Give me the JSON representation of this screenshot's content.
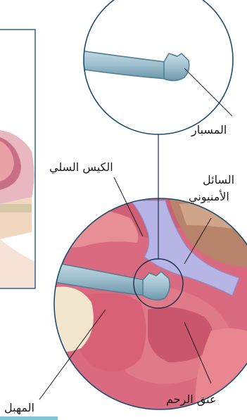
{
  "labels": {
    "probe": "المسبار",
    "amniotic_sac": "الكيس السلي",
    "amniotic_fluid_line1": "السائل",
    "amniotic_fluid_line2": "الأمنيوني",
    "cervix": "عنق الرحم",
    "vagina": "المهبل"
  },
  "colors": {
    "probe": "#9fc0cf",
    "probe_outline": "#4f7d92",
    "tissue_pink": "#d96a80",
    "tissue_light": "#f0a8a8",
    "amniotic_fluid": "#b7b5e6",
    "circle_stroke": "#1b4d73",
    "bottom_bar": "#7fc6d8"
  }
}
